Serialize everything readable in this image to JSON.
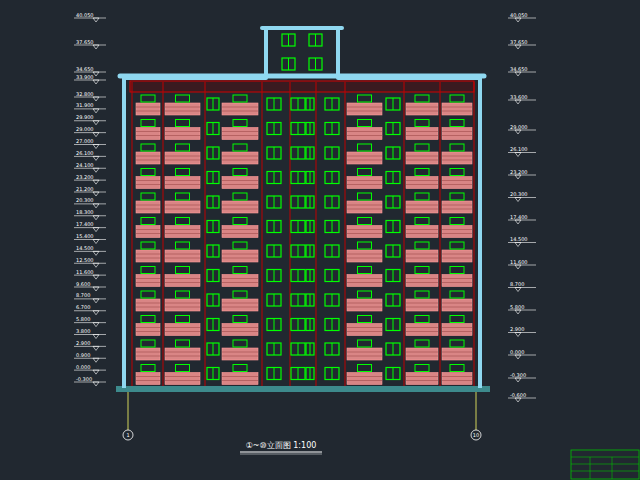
{
  "diagram": {
    "title": "①~⑩立面图 1:100",
    "labels": [
      "40.050",
      "37.650",
      "34.650",
      "33.900",
      "32.800",
      "31.900",
      "29.900",
      "29.000",
      "27.000",
      "26.100",
      "24.100",
      "23.200",
      "21.200",
      "20.300",
      "18.300",
      "17.400",
      "15.400",
      "14.500",
      "12.500",
      "11.600",
      "9.600",
      "8.700",
      "6.700",
      "5.800",
      "3.800",
      "2.900",
      "0.900",
      "0.000",
      "-0.300",
      "40.050",
      "37.650",
      "34.650",
      "33.600",
      "29.000",
      "26.100",
      "23.200",
      "20.300",
      "17.400",
      "14.500",
      "11.600",
      "8.700",
      "5.800",
      "2.900",
      "0.000",
      "-0.300",
      "-0.600",
      "1",
      "10"
    ]
  }
}
